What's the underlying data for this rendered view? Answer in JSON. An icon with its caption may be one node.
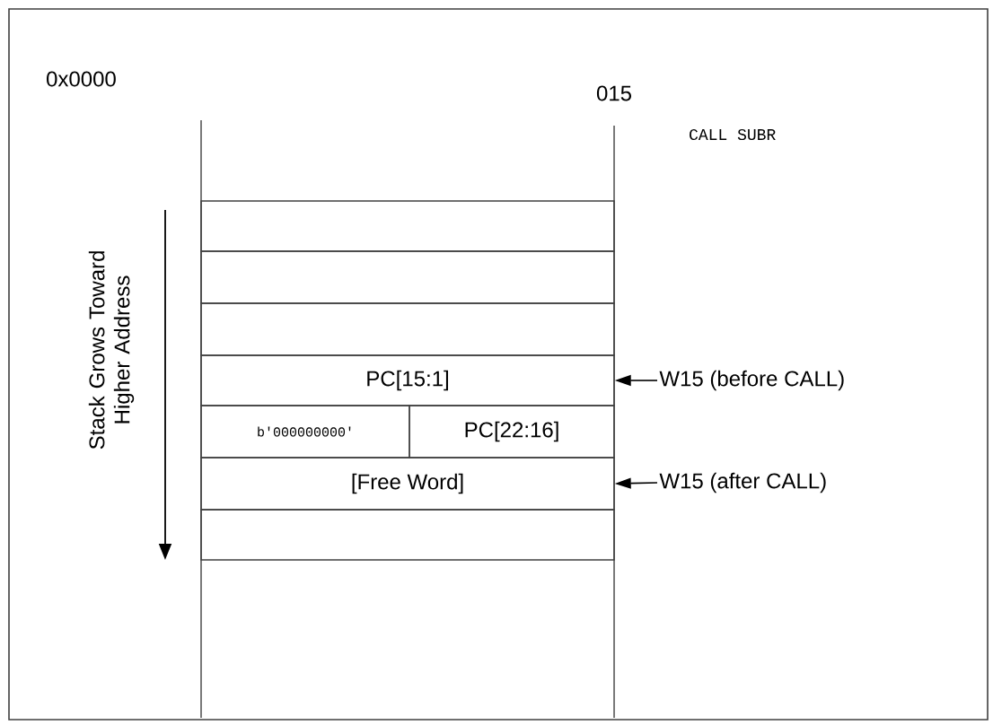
{
  "diagram": {
    "nodes": [
      {
        "text": [],
        "shape": "box"
      },
      {
        "text": [],
        "shape": "box"
      },
      {
        "text": [],
        "shape": "box"
      },
      {
        "text": [
          "PC[15:1]"
        ]
      },
      {
        "text": [
          "W15 (before CALL)"
        ]
      },
      {
        "text": [
          "b'000000000'"
        ]
      },
      {
        "text": [
          "PC[22:16]"
        ]
      },
      {
        "text": [
          "[Free Word]"
        ]
      },
      {
        "text": [
          "W15 (after CALL)"
        ]
      },
      {
        "text": [],
        "shape": "box"
      }
    ],
    "edges": [
      {
        "from": 4,
        "to": 3,
        "arrow": "to"
      },
      {
        "from": 8,
        "to": 7,
        "arrow": "to"
      }
    ],
    "labels": [
      "0x0000",
      "015",
      "CALL SUBR",
      "Stack Grows Toward Higher Address"
    ]
  }
}
